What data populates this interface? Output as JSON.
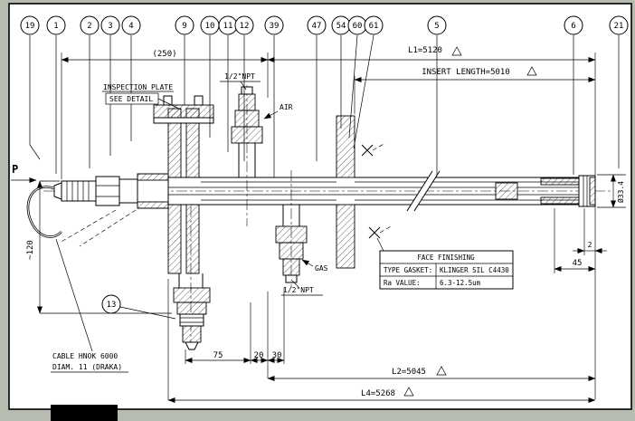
{
  "colors": {
    "frame": "#b6bcb0",
    "paper": "#ffffff",
    "ink": "#000000"
  },
  "balloons_top": [
    "19",
    "1",
    "2",
    "3",
    "4",
    "9",
    "10",
    "11",
    "12",
    "39",
    "47",
    "54",
    "60",
    "61",
    "5",
    "6",
    "21"
  ],
  "balloon_side": "13",
  "marker_p": "P",
  "dims": {
    "overall_left": "(250)",
    "l1": "L1=5120",
    "insert_length": "INSERT LENGTH=5010",
    "npt_air": "1/2\"NPT",
    "npt_gas": "1/2\"NPT",
    "height_left": "~120",
    "diameter": "Ø33.4",
    "d75": "75",
    "d20": "20",
    "d30": "30",
    "l2": "L2=5045",
    "l4": "L4=5268",
    "d2": "2",
    "d45": "45"
  },
  "labels": {
    "inspection_line1": "INSPECTION PLATE",
    "inspection_line2": "SEE DETAIL",
    "air": "AIR",
    "gas": "GAS",
    "cable_line1": "CABLE HNOK 6000",
    "cable_line2": "DIAM. 11 (DRAKA)"
  },
  "finish_table": {
    "title": "FACE FINISHING",
    "gasket_label": "TYPE GASKET:",
    "gasket_value": "KLINGER SIL C4430",
    "ra_label": "Ra VALUE:",
    "ra_value": "6.3-12.5um"
  }
}
